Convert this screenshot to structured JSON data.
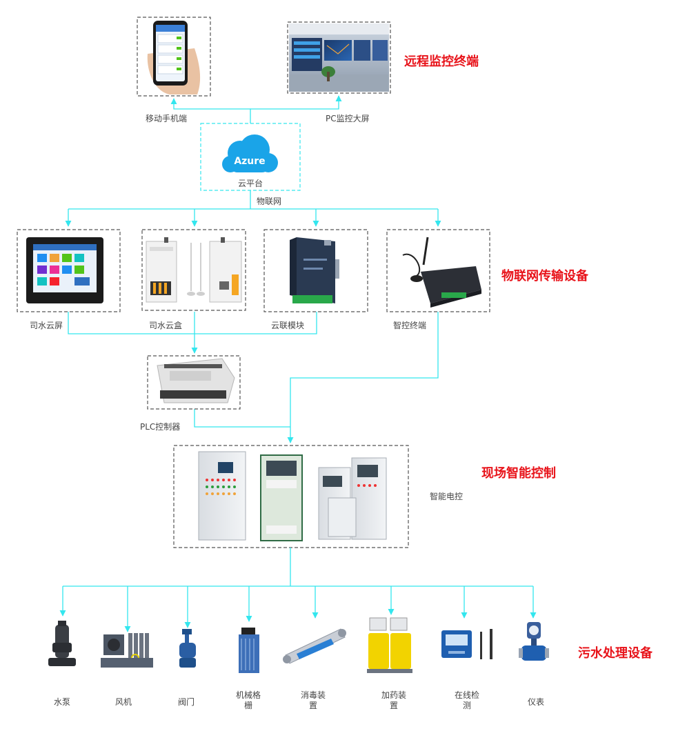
{
  "titles": {
    "remote": "远程监控终端",
    "iot": "物联网传输设备",
    "site": "现场智能控制",
    "sewage": "污水处理设备"
  },
  "remote": {
    "mobile_label": "移动手机端",
    "pc_label": "PC监控大屏"
  },
  "cloud": {
    "logo_text": "Azure",
    "label": "云平台",
    "link_label": "物联网"
  },
  "iot_devices": [
    {
      "label": "司水云屏"
    },
    {
      "label": "司水云盒"
    },
    {
      "label": "云联模块"
    },
    {
      "label": "智控终端"
    }
  ],
  "plc": {
    "label": "PLC控制器"
  },
  "control": {
    "label": "智能电控"
  },
  "equipment": [
    {
      "label": "水泵"
    },
    {
      "label": "风机"
    },
    {
      "label": "阀门"
    },
    {
      "label_line1": "机械格",
      "label_line2": "栅"
    },
    {
      "label_line1": "消毒装",
      "label_line2": "置"
    },
    {
      "label_line1": "加药装",
      "label_line2": "置"
    },
    {
      "label_line1": "在线检",
      "label_line2": "测"
    },
    {
      "label": "仪表"
    }
  ],
  "colors": {
    "connector": "#33e6ee",
    "title": "#e8131a",
    "cloud": "#1aa4e8"
  }
}
